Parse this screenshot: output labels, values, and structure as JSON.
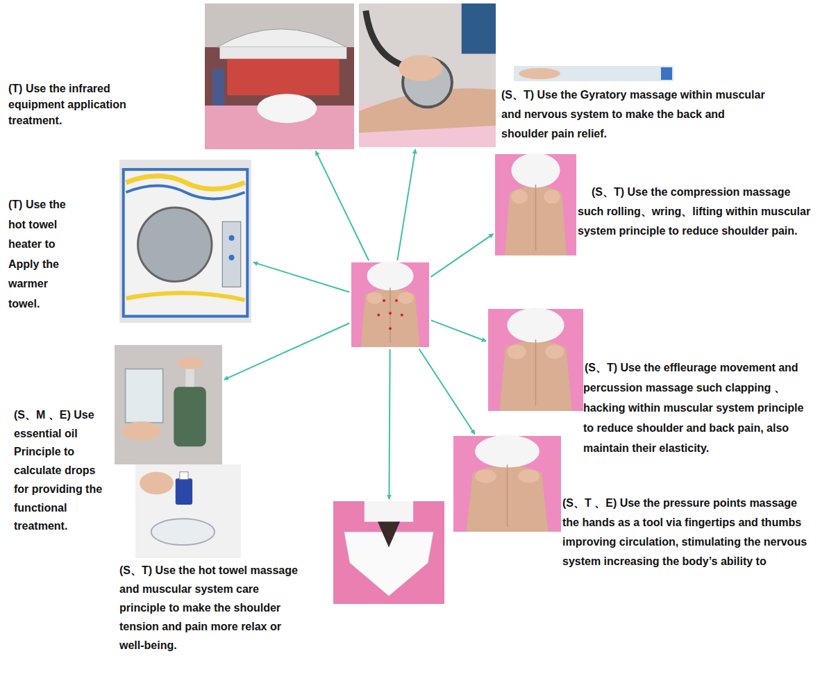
{
  "diagram": {
    "nodes": [
      {
        "text": [
          "(T) Use the infrared equipment application treatment."
        ]
      },
      {
        "text": [
          "(S、T) Use the Gyratory massage within muscular and nervous system to make the back and shoulder pain relief."
        ]
      },
      {
        "text": [
          "(T) Use the hot towel heater to Apply the warmer towel."
        ]
      },
      {
        "text": [
          "(S、T) Use the compression massage such rolling、wring、lifting within muscular system principle to reduce shoulder pain."
        ]
      },
      {
        "text": []
      },
      {
        "text": [
          "(S、T) Use the effleurage movement and percussion massage such clapping 、hacking within muscular system principle to reduce shoulder and back pain, also maintain their elasticity."
        ]
      },
      {
        "text": [
          "(S、M 、E) Use essential oil Principle to calculate drops for providing the functional treatment."
        ]
      },
      {
        "text": [
          "(S、T 、E) Use the pressure points massage the hands as a tool via fingertips and thumbs improving circulation, stimulating the nervous system increasing the body’s ability to"
        ]
      },
      {
        "text": [
          "(S、T) Use the hot towel massage and muscular system care principle to make the shoulder tension and pain more relax or well-being."
        ]
      }
    ],
    "edges": [
      {
        "from": 4,
        "to": 0,
        "arrow": "to"
      },
      {
        "from": 4,
        "to": 1,
        "arrow": "to"
      },
      {
        "from": 4,
        "to": 3,
        "arrow": "to"
      },
      {
        "from": 4,
        "to": 5,
        "arrow": "to"
      },
      {
        "from": 4,
        "to": 7,
        "arrow": "to"
      },
      {
        "from": 4,
        "to": 8,
        "arrow": "to"
      },
      {
        "from": 4,
        "to": 6,
        "arrow": "to"
      },
      {
        "from": 4,
        "to": 2,
        "arrow": "to"
      }
    ]
  }
}
